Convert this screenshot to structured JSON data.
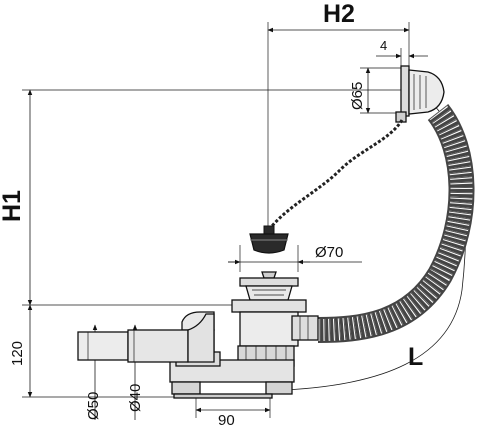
{
  "dimensions": {
    "h2": "H2",
    "h1": "H1",
    "l": "L",
    "offset": "4",
    "d65": "Ø65",
    "d70": "Ø70",
    "d50": "Ø50",
    "d40": "Ø40",
    "h120": "120",
    "w90": "90"
  },
  "colors": {
    "line": "#111111",
    "hose": "#444444",
    "part_fill": "#e6e6e6",
    "plug_fill": "#2a2a2a"
  }
}
